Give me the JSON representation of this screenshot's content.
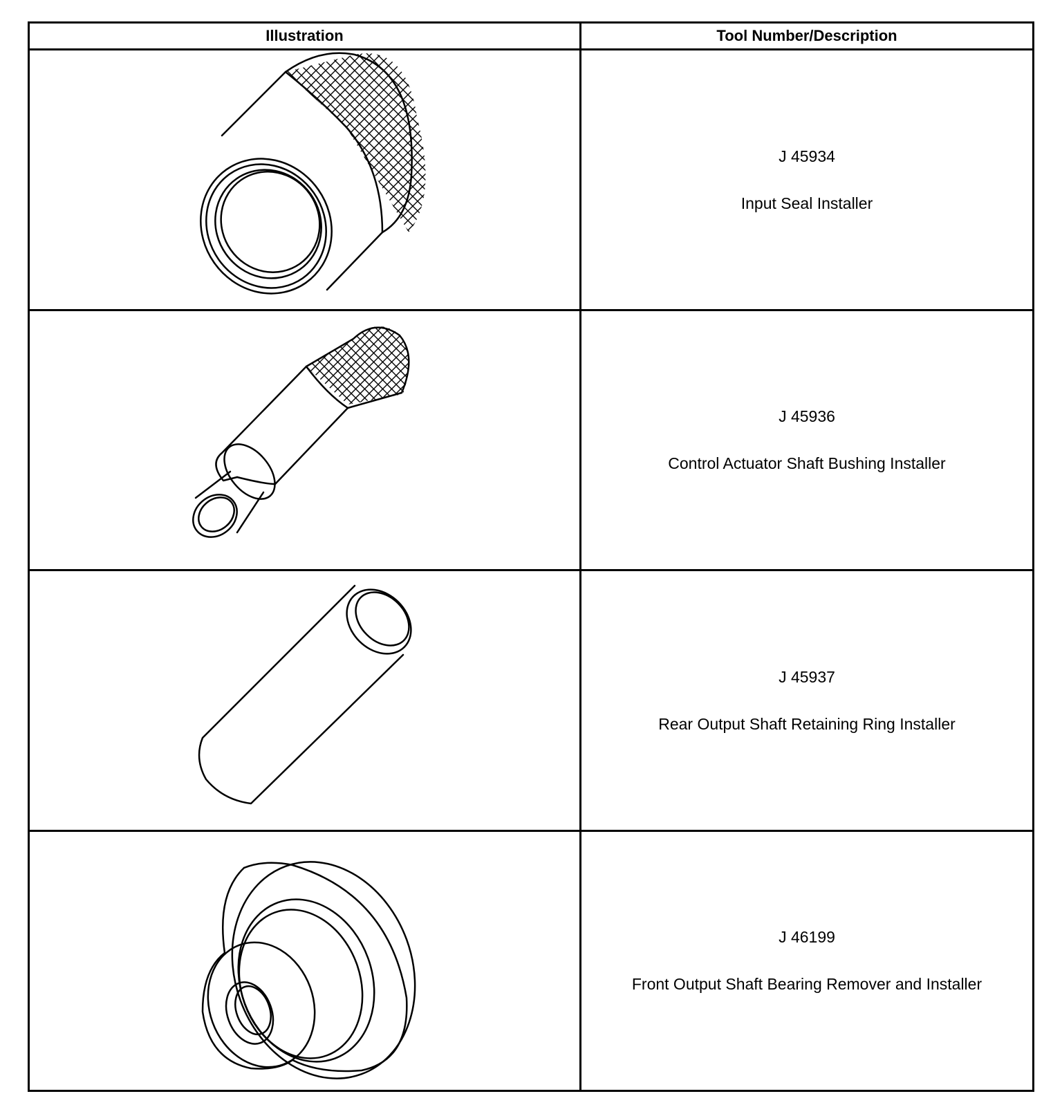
{
  "table": {
    "headers": {
      "illustration": "Illustration",
      "tool": "Tool Number/Description"
    },
    "rows": [
      {
        "number": "J 45934",
        "description": "Input Seal Installer",
        "icon": "input-seal-installer-drawing"
      },
      {
        "number": "J 45936",
        "description": "Control Actuator Shaft Bushing Installer",
        "icon": "bushing-installer-drawing"
      },
      {
        "number": "J 45937",
        "description": "Rear Output Shaft Retaining Ring Installer",
        "icon": "retaining-ring-installer-drawing"
      },
      {
        "number": "J 46199",
        "description": "Front Output Shaft Bearing Remover and Installer",
        "icon": "bearing-remover-installer-drawing"
      }
    ]
  }
}
